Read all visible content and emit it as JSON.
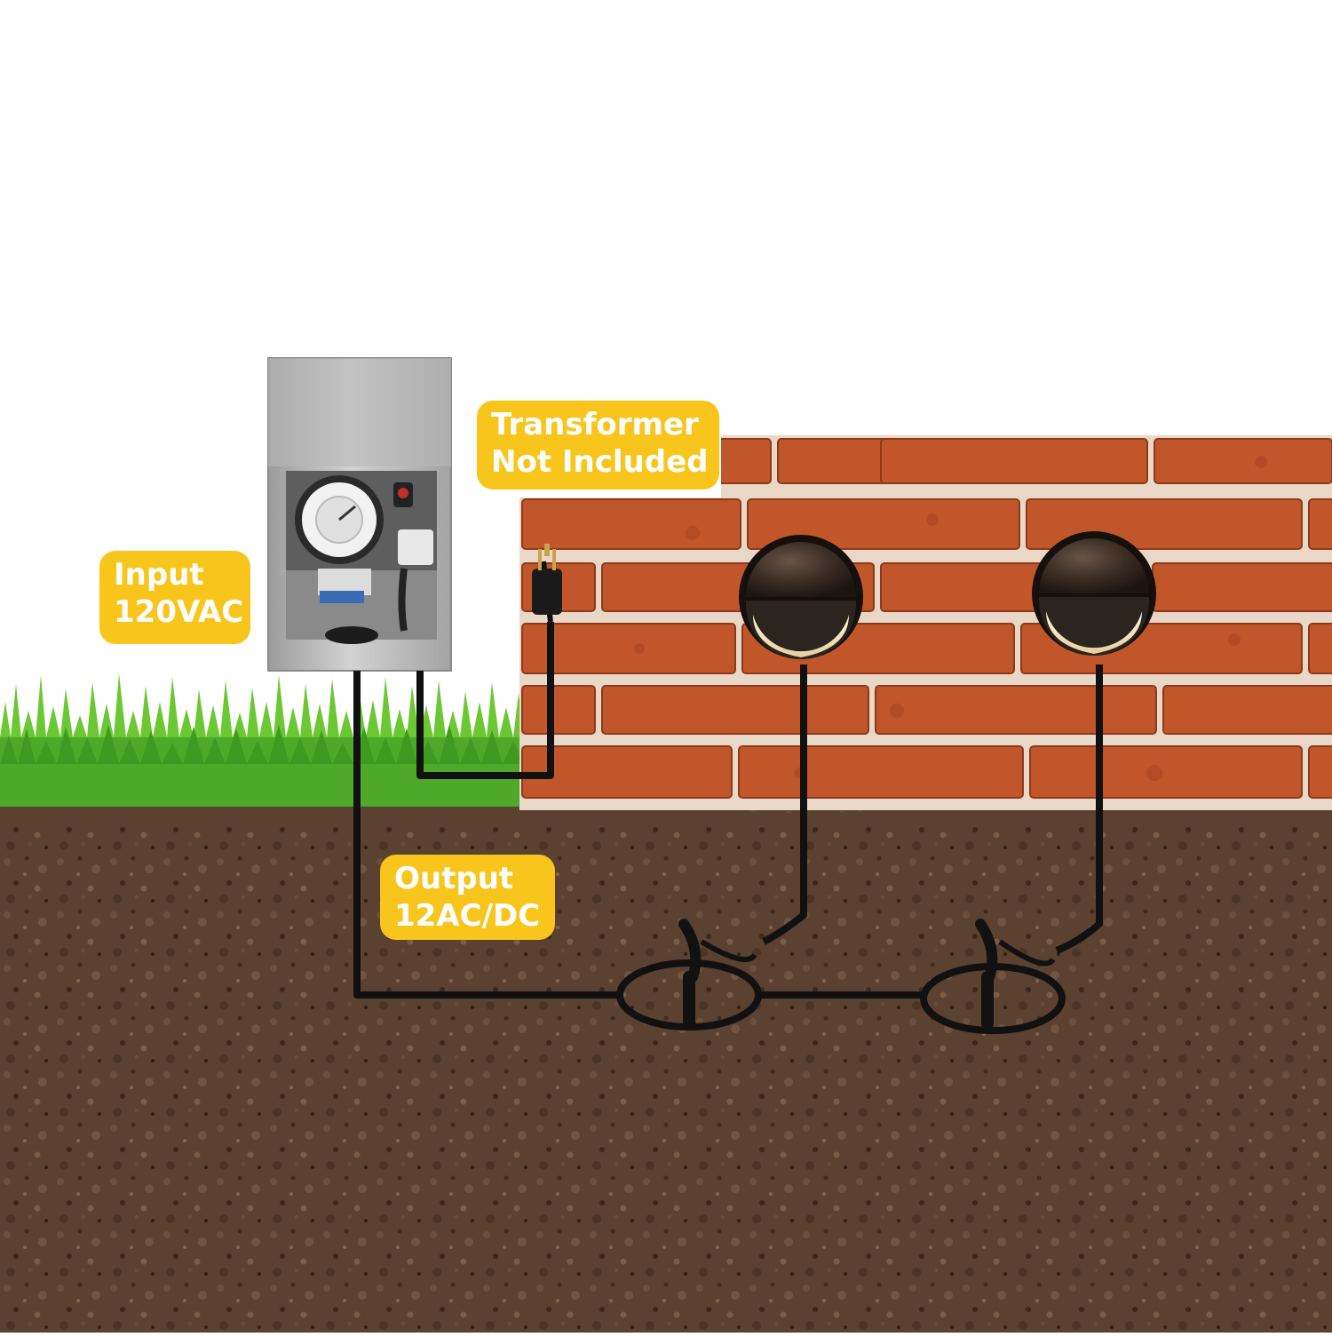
{
  "labels": {
    "transformer": {
      "line1": "Transformer",
      "line2": "Not Included"
    },
    "input": {
      "line1": "Input",
      "line2": "120VAC"
    },
    "output": {
      "line1": "Output",
      "line2": "12AC/DC"
    }
  },
  "icons": {
    "transformer": "transformer-box-icon",
    "plug": "power-plug-icon",
    "light": "step-light-icon",
    "connector": "wire-connector-icon"
  },
  "colors": {
    "callout": "#f7c51c",
    "callout_text": "#ffffff",
    "soil": "#5a4130",
    "grass": "#5fbf2a",
    "brick": "#c0562a",
    "mortar": "#e9d8c8",
    "wire": "#111111",
    "light_body": "#2c241e",
    "light_glow": "#f4e7c8",
    "steel": "#b9b9b9"
  }
}
